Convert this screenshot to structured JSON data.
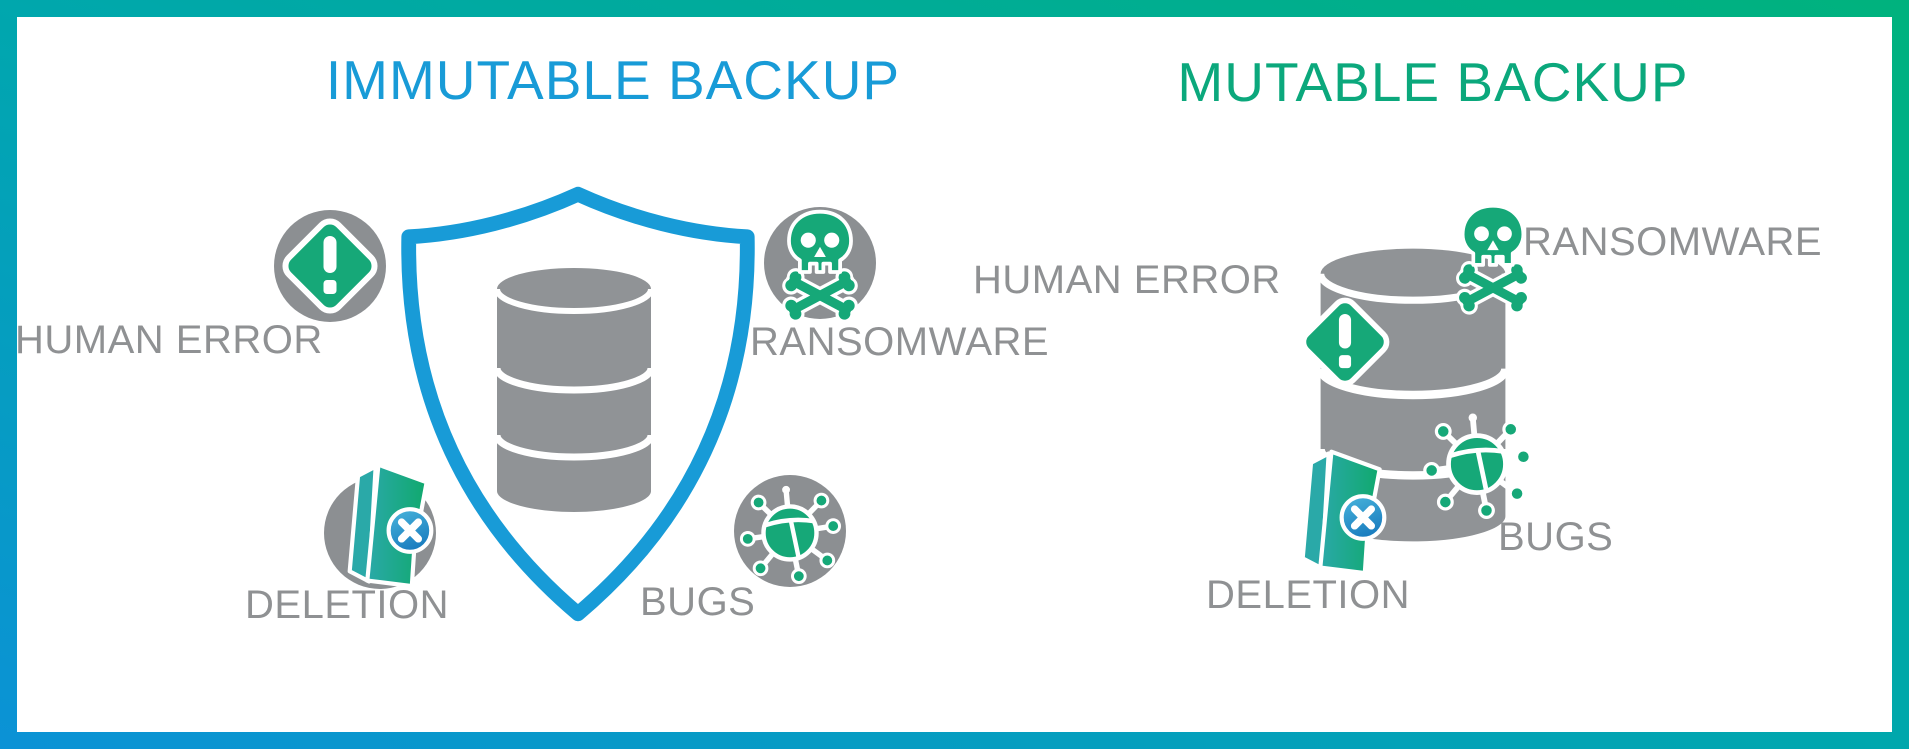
{
  "immutable": {
    "title": "IMMUTABLE BACKUP",
    "threats": {
      "human_error": "HUMAN ERROR",
      "ransomware": "RANSOMWARE",
      "deletion": "DELETION",
      "bugs": "BUGS"
    }
  },
  "mutable": {
    "title": "MUTABLE BACKUP",
    "threats": {
      "human_error": "HUMAN ERROR",
      "ransomware": "RANSOMWARE",
      "deletion": "DELETION",
      "bugs": "BUGS"
    }
  },
  "icons": {
    "shield": "shield-icon",
    "database": "database-icon",
    "human_error": "warning-diamond-icon",
    "ransomware": "skull-crossbones-icon",
    "deletion": "folder-delete-icon",
    "bugs": "bug-icon"
  },
  "colors": {
    "accent_blue": "#189bd7",
    "accent_green": "#0ba87c",
    "icon_green": "#16a878",
    "label_gray": "#8f9193",
    "object_gray": "#909396",
    "circle_gray": "#8c8f92",
    "deletion_teal": "#2aa9a8",
    "badge_blue_light": "#4ab6dc",
    "badge_blue_dark": "#1b7ec0",
    "border_gradient_start": "#0b92d6",
    "border_gradient_mid": "#00a7ad",
    "border_gradient_end": "#00b27d"
  }
}
